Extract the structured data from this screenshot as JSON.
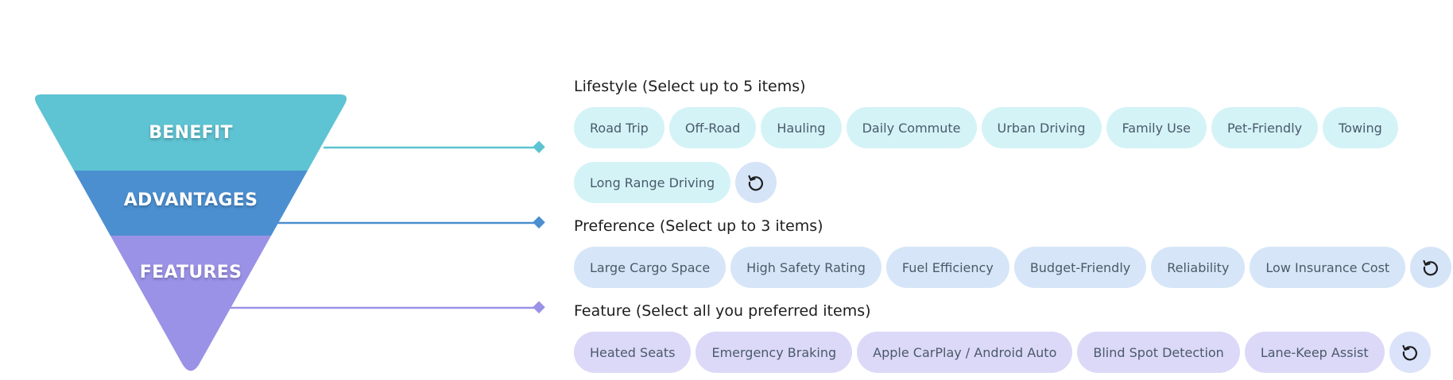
{
  "funnel": {
    "levels": [
      {
        "label": "BENEFIT",
        "color": "#5ec3d2"
      },
      {
        "label": "ADVANTAGES",
        "color": "#4b8fd0"
      },
      {
        "label": "FEATURES",
        "color": "#9a92e6"
      }
    ]
  },
  "sections": {
    "lifestyle": {
      "title": "Lifestyle (Select up to 5 items)",
      "items": [
        "Road Trip",
        "Off-Road",
        "Hauling",
        "Daily Commute",
        "Urban Driving",
        "Family Use",
        "Pet-Friendly",
        "Towing",
        "Long Range Driving"
      ],
      "reset_icon": "reset-icon"
    },
    "preference": {
      "title": "Preference (Select up to 3 items)",
      "items": [
        "Large Cargo Space",
        "High Safety Rating",
        "Fuel Efficiency",
        "Budget-Friendly",
        "Reliability",
        "Low Insurance Cost"
      ],
      "reset_icon": "reset-icon"
    },
    "feature": {
      "title": "Feature (Select all you preferred items)",
      "items": [
        "Heated Seats",
        "Emergency Braking",
        "Apple CarPlay / Android Auto",
        "Blind Spot Detection",
        "Lane-Keep Assist"
      ],
      "reset_icon": "reset-icon"
    }
  },
  "colors": {
    "lifestyle_chip": "#d4f3f7",
    "preference_chip": "#d6e6f8",
    "feature_chip": "#dcd9f8",
    "chip_text": "#4a5a6a"
  }
}
